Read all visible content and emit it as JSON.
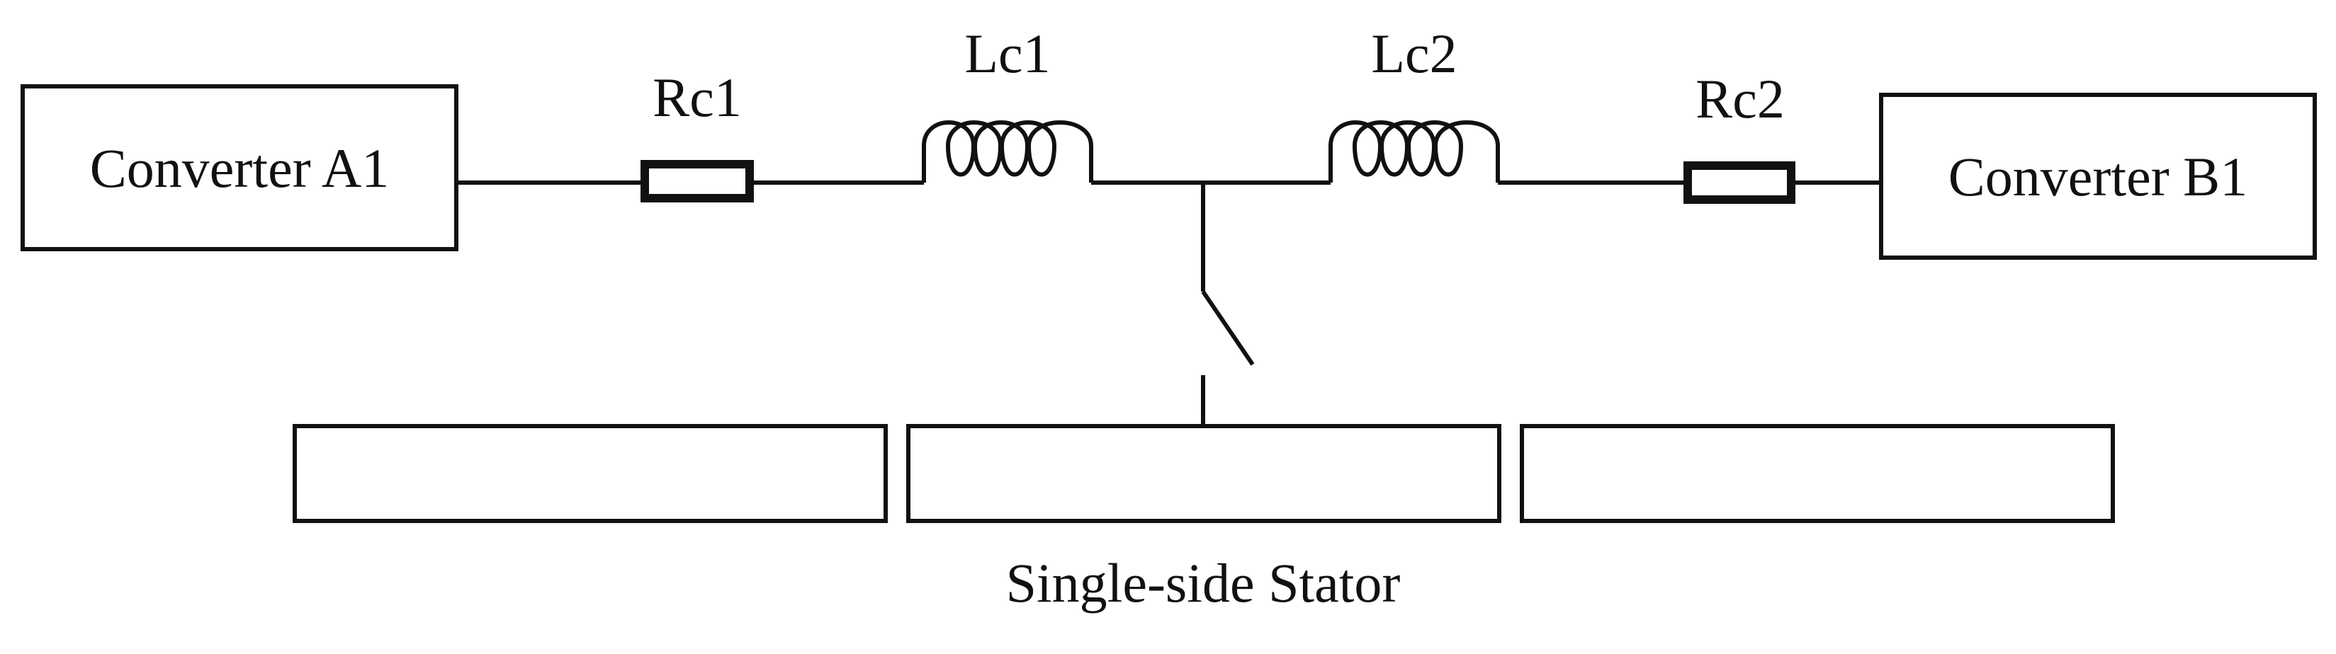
{
  "converter_a": {
    "label": "Converter A1"
  },
  "converter_b": {
    "label": "Converter B1"
  },
  "resistor_1": {
    "label": "Rc1"
  },
  "resistor_2": {
    "label": "Rc2"
  },
  "inductor_1": {
    "label": "Lc1"
  },
  "inductor_2": {
    "label": "Lc2"
  },
  "stator": {
    "label": "Single-side Stator",
    "segment_count": 3
  },
  "switch": {
    "state": "open"
  },
  "colors": {
    "line": "#111111",
    "background": "#ffffff"
  }
}
